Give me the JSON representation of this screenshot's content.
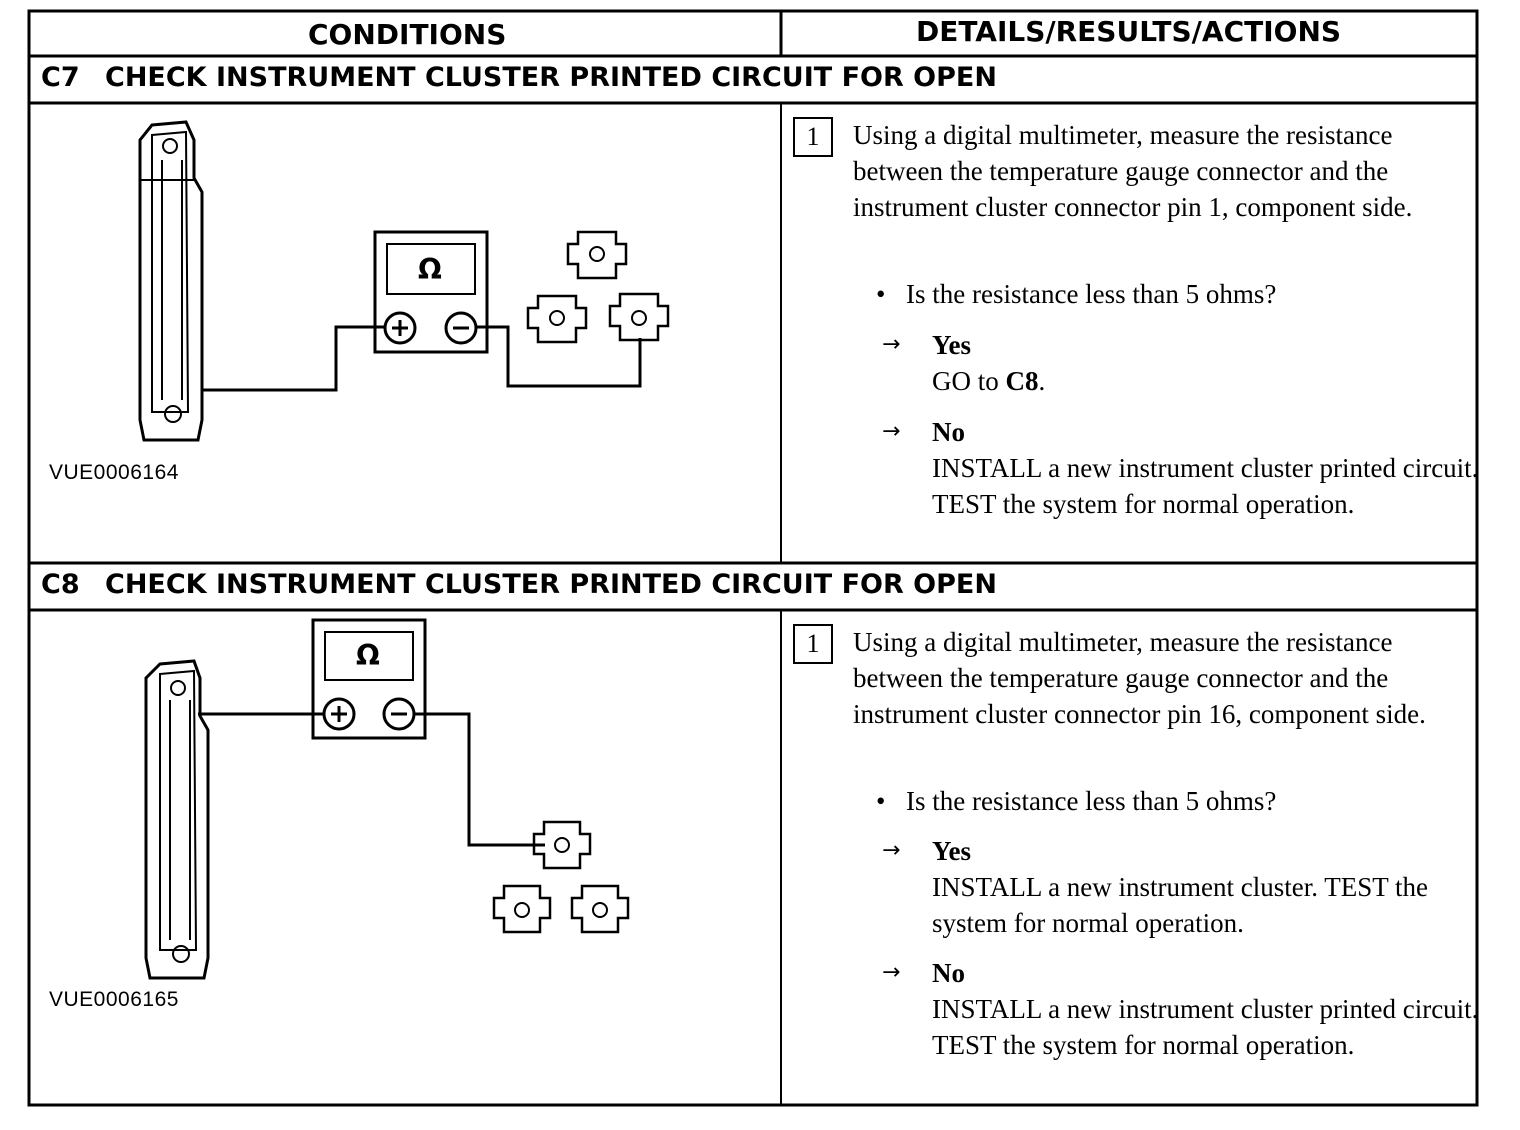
{
  "table": {
    "col_conditions": "CONDITIONS",
    "col_details": "DETAILS/RESULTS/ACTIONS"
  },
  "sections": [
    {
      "code": "C7",
      "title": "CHECK INSTRUMENT CLUSTER PRINTED CIRCUIT FOR OPEN",
      "figure_id": "VUE0006164",
      "meter_symbol": "Ω",
      "step_number": "1",
      "step_text": "Using a digital multimeter, measure the resistance between the temperature gauge connector and the instrument cluster connector pin 1, component side.",
      "question": "Is the resistance less than 5 ohms?",
      "yes_label": "Yes",
      "yes_action_prefix": "GO to ",
      "yes_action_bold": "C8",
      "yes_action_suffix": ".",
      "no_label": "No",
      "no_action": "INSTALL a new instrument cluster printed circuit. TEST the system for normal operation."
    },
    {
      "code": "C8",
      "title": "CHECK INSTRUMENT CLUSTER PRINTED CIRCUIT FOR OPEN",
      "figure_id": "VUE0006165",
      "meter_symbol": "Ω",
      "step_number": "1",
      "step_text": "Using a digital multimeter, measure the resistance between the temperature gauge connector and the instrument cluster connector pin 16, component side.",
      "question": "Is the resistance less than 5 ohms?",
      "yes_label": "Yes",
      "yes_action": "INSTALL a new instrument cluster. TEST the system for normal operation.",
      "no_label": "No",
      "no_action": "INSTALL a new instrument cluster printed circuit. TEST the system for normal operation."
    }
  ],
  "symbols": {
    "arrow": "→",
    "bullet": "•"
  },
  "colors": {
    "ink": "#000000",
    "paper": "#ffffff"
  }
}
